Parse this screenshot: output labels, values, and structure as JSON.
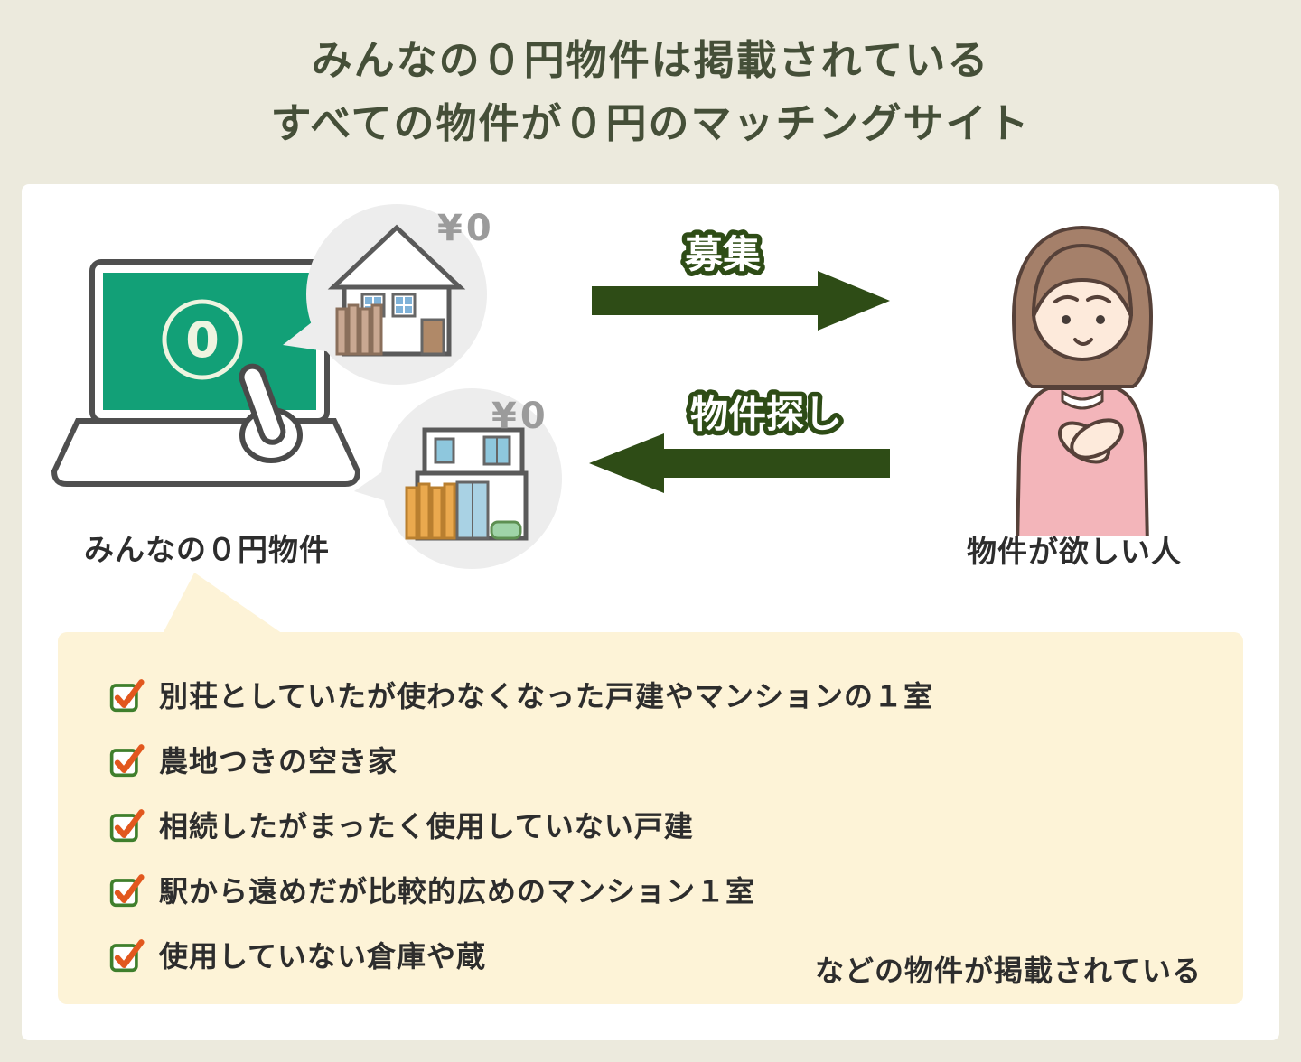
{
  "title": {
    "line1": "みんなの０円物件は掲載されている",
    "line2": "すべての物件が０円のマッチングサイト"
  },
  "diagram": {
    "site_label": "みんなの０円物件",
    "person_label": "物件が欲しい人",
    "arrow_right_label": "募集",
    "arrow_left_label": "物件探し",
    "price_top": "¥0",
    "price_bottom": "¥0",
    "screen_zero": "0"
  },
  "checklist": {
    "items": [
      "別荘としていたが使わなくなった戸建やマンションの１室",
      "農地つきの空き家",
      "相続したがまったく使用していない戸建",
      "駅から遠めだが比較的広めのマンション１室",
      "使用していない倉庫や蔵"
    ],
    "footer": "などの物件が掲載されている"
  },
  "colors": {
    "page_background": "#eceadd",
    "card_background": "#ffffff",
    "title_text": "#454f38",
    "arrow_green": "#2e4c16",
    "laptop_screen_green": "#12a077",
    "checklist_background": "#fdf3d7",
    "checkbox_green": "#3f7f2c",
    "checkmark_orange": "#e2571e",
    "price_gray": "#9b9b9b",
    "woman_hair": "#a5806a",
    "woman_sweater": "#f3b5ba"
  }
}
